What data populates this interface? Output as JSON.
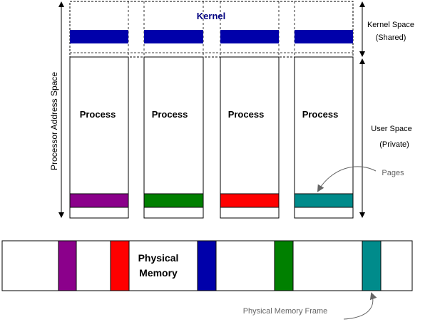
{
  "kernel_label": "Kernel",
  "kernel_space_label": "Kernel Space",
  "kernel_space_sub": "(Shared)",
  "user_space_label": "User Space",
  "user_space_sub": "(Private)",
  "processor_label": "Processor Address Space",
  "process_label": "Process",
  "pages_label": "Pages",
  "physical_memory_line1": "Physical",
  "physical_memory_line2": "Memory",
  "frame_label": "Physical Memory Frame",
  "colors": {
    "kernel_text": "#000080",
    "kernel_bar": "#0000aa",
    "purple": "#8b008b",
    "green": "#008000",
    "red": "#ff0000",
    "teal": "#008b8b",
    "blue": "#0000aa",
    "annotation_gray": "#666666"
  },
  "processes": [
    {
      "name": "Process",
      "page_color": "purple"
    },
    {
      "name": "Process",
      "page_color": "green"
    },
    {
      "name": "Process",
      "page_color": "red"
    },
    {
      "name": "Process",
      "page_color": "teal"
    }
  ],
  "physical_frames": [
    "purple",
    "red",
    "blue",
    "green",
    "teal"
  ]
}
